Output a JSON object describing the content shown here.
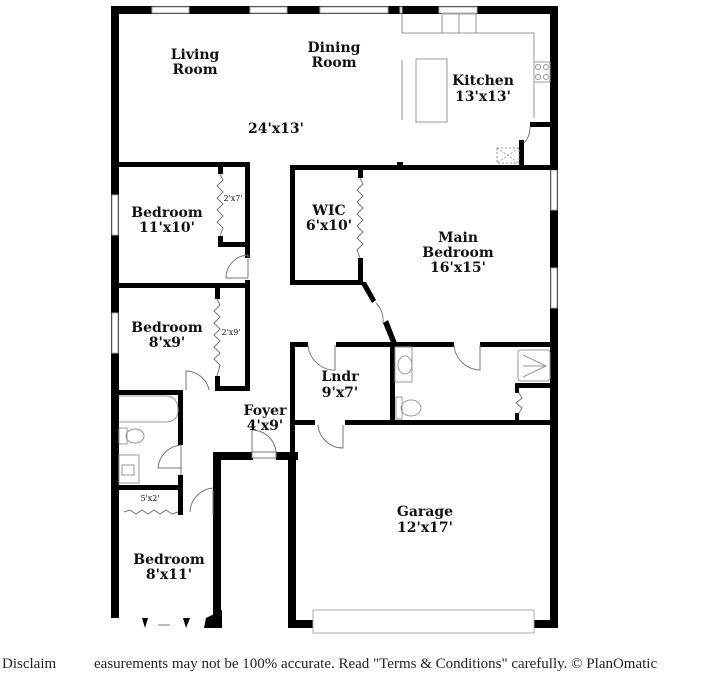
{
  "floorplan": {
    "rooms": [
      {
        "id": "living",
        "name_line1": "Living",
        "name_line2": "Room",
        "size": ""
      },
      {
        "id": "dining",
        "name_line1": "Dining",
        "name_line2": "Room",
        "size": ""
      },
      {
        "id": "living_dining_size",
        "size": "24'x13'"
      },
      {
        "id": "kitchen",
        "name_line1": "Kitchen",
        "size": "13'x13'"
      },
      {
        "id": "bedroom1",
        "name_line1": "Bedroom",
        "size": "11'x10'"
      },
      {
        "id": "bedroom1_closet",
        "size": "2'x7'"
      },
      {
        "id": "bedroom2",
        "name_line1": "Bedroom",
        "size": "8'x9'"
      },
      {
        "id": "bedroom2_closet",
        "size": "2'x9'"
      },
      {
        "id": "wic",
        "name_line1": "WIC",
        "size": "6'x10'"
      },
      {
        "id": "main_bedroom",
        "name_line1": "Main",
        "name_line2": "Bedroom",
        "size": "16'x15'"
      },
      {
        "id": "laundry",
        "name_line1": "Lndr",
        "size": "9'x7'"
      },
      {
        "id": "foyer",
        "name_line1": "Foyer",
        "size": "4'x9'"
      },
      {
        "id": "bedroom3_closet",
        "size": "5'x2'"
      },
      {
        "id": "bedroom3",
        "name_line1": "Bedroom",
        "size": "8'x11'"
      },
      {
        "id": "garage",
        "name_line1": "Garage",
        "size": "12'x17'"
      }
    ]
  },
  "footer": {
    "disclaimer_left": "Disclaim",
    "disclaimer_right": "easurements may not be 100% accurate. Read \"Terms & Conditions\" carefully. © PlanOmatic"
  },
  "colors": {
    "wall": "#000000",
    "fixture": "#9a9a9a",
    "window": "#bdbdbd"
  }
}
